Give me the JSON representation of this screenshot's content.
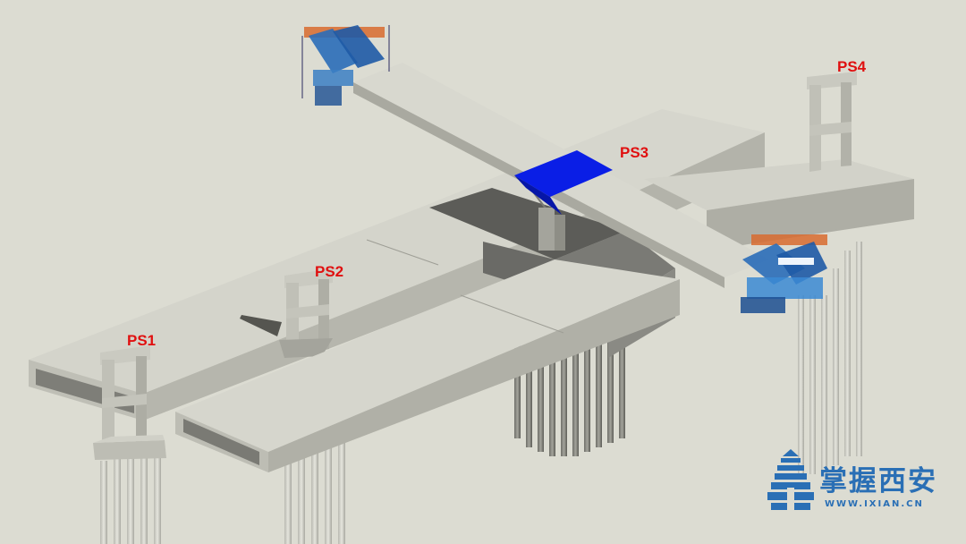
{
  "labels": {
    "ps1": "PS1",
    "ps2": "PS2",
    "ps3": "PS3",
    "ps4": "PS4"
  },
  "watermark": {
    "name": "掌握西安",
    "url": "WWW.IXIAN.CN"
  },
  "colors": {
    "background": "#dcdcd2",
    "concrete": "#cfcfc6",
    "highlight_segment": "#0a1ee6",
    "label": "#e01010",
    "logo": "#2a6fb5"
  }
}
